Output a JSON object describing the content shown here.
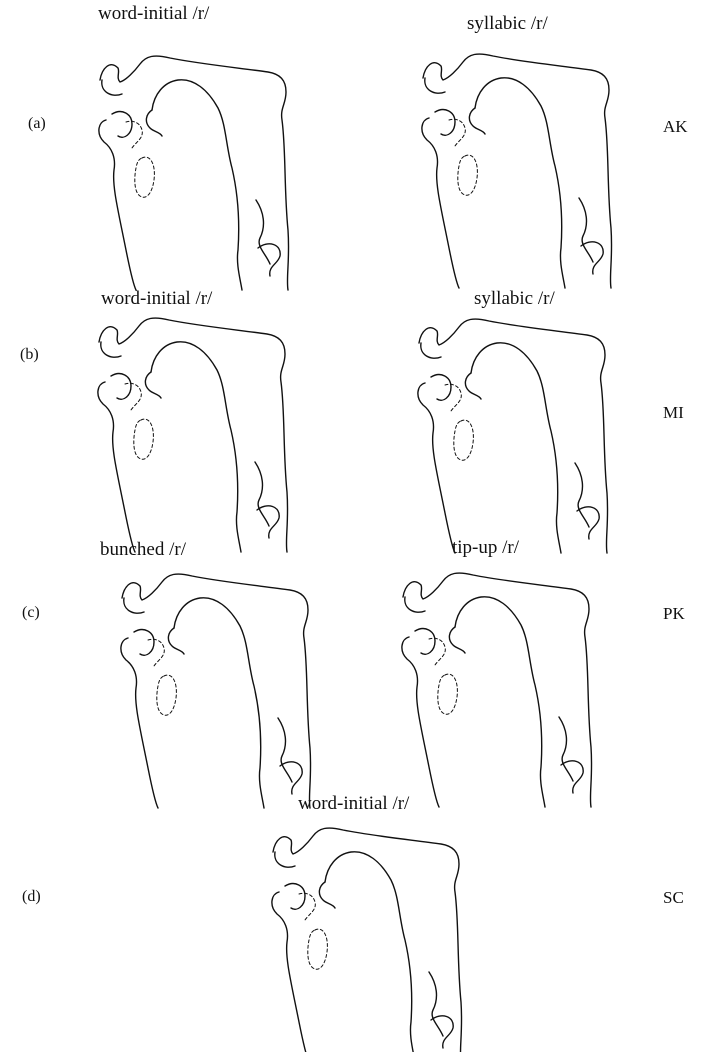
{
  "rows": [
    {
      "tag": "(a)",
      "speaker": "AK",
      "left_label": "word-initial /r/",
      "right_label": "syllabic /r/"
    },
    {
      "tag": "(b)",
      "speaker": "MI",
      "left_label": "word-initial /r/",
      "right_label": "syllabic /r/"
    },
    {
      "tag": "(c)",
      "speaker": "PK",
      "left_label": "bunched /r/",
      "right_label": "tip-up /r/"
    },
    {
      "tag": "(d)",
      "speaker": "SC",
      "center_label": "word-initial /r/"
    }
  ]
}
